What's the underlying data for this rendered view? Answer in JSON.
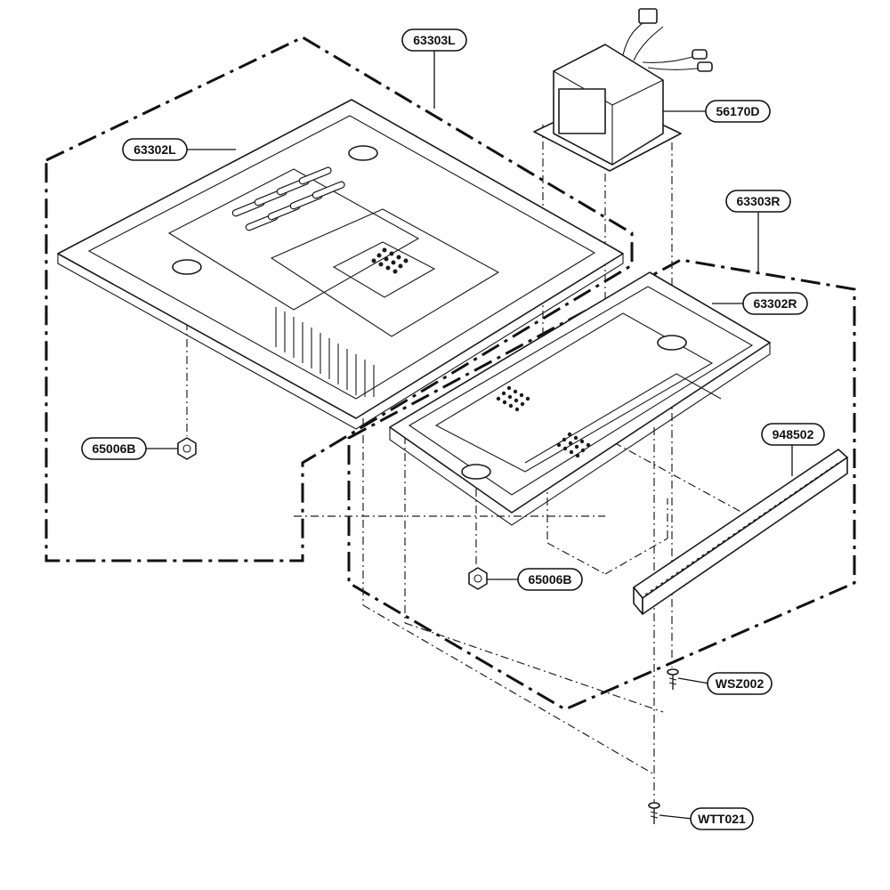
{
  "labels": {
    "p63303L": "63303L",
    "p63302L": "63302L",
    "p56170D": "56170D",
    "p63303R": "63303R",
    "p63302R": "63302R",
    "p948502": "948502",
    "p65006B_left": "65006B",
    "p65006B_center": "65006B",
    "pWSZ002": "WSZ002",
    "pWTT021": "WTT021"
  }
}
